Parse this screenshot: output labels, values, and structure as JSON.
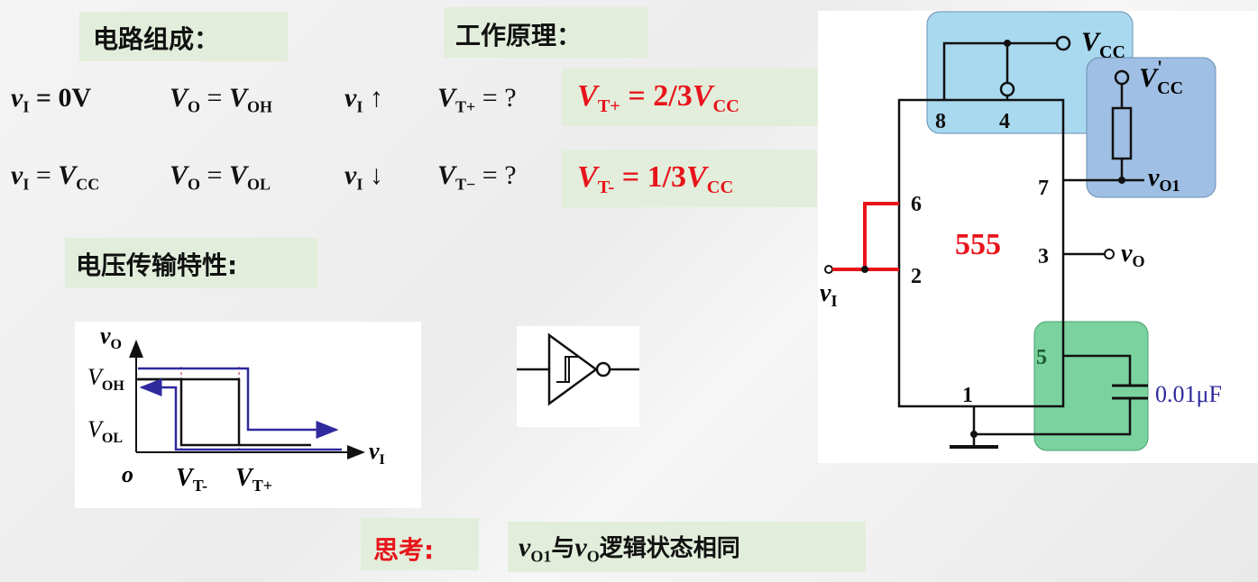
{
  "headings": {
    "composition": "电路组成：",
    "principle": "工作原理：",
    "transfer": "电压传输特性:",
    "think": "思考:"
  },
  "eq1": {
    "vI_label": "v",
    "vI_sub": "I",
    "vI_val": " = 0V",
    "vO_label": "V",
    "vO_sub": "O",
    "eq": " = ",
    "vOH": "V",
    "vOH_sub": "OH",
    "vi2": "v",
    "vi2_sub": "I",
    "arrow": " ↑ ",
    "vt": "V",
    "vt_sub": "T+",
    "q": " = ?",
    "ans_V": "V",
    "ans_sub": "T+",
    "ans_rest": " = 2/3",
    "ans_V2": "V",
    "ans_sub2": "CC"
  },
  "eq2": {
    "vI_label": "v",
    "vI_sub": "I",
    "eq": " = ",
    "vcc": "V",
    "vcc_sub": "CC",
    "vO_label": "V",
    "vO_sub": "O",
    "vOL": "V",
    "vOL_sub": "OL",
    "vi2": "v",
    "vi2_sub": "I",
    "arrow": " ↓ ",
    "vt": "V",
    "vt_sub": "T−",
    "q": " = ?",
    "ans_V": "V",
    "ans_sub": "T-",
    "ans_rest": " = 1/3",
    "ans_V2": "V",
    "ans_sub2": "CC"
  },
  "graph": {
    "y_axis": "v",
    "y_axis_sub": "O",
    "voh": "V",
    "voh_sub": "OH",
    "vol": "V",
    "vol_sub": "OL",
    "origin": "o",
    "x_axis": "v",
    "x_axis_sub": "I",
    "vtm": "V",
    "vtm_sub": "T-",
    "vtp": "V",
    "vtp_sub": "T+"
  },
  "circuit": {
    "chip": "555",
    "pin8": "8",
    "pin4": "4",
    "pin6": "6",
    "pin2": "2",
    "pin7": "7",
    "pin3": "3",
    "pin5": "5",
    "pin1": "1",
    "vcc": "V",
    "vcc_sub": "CC",
    "vccp": "V",
    "vccp_mark": "'",
    "vccp_sub": "CC",
    "vo1": "v",
    "vo1_sub": "O1",
    "vo": "v",
    "vo_sub": "O",
    "vi": "v",
    "vi_sub": "I",
    "cap": "0.01μF"
  },
  "answer": {
    "v1": "v",
    "v1_sub": "O1",
    "mid": "与",
    "v2": "v",
    "v2_sub": "O",
    "rest": "逻辑状态相同"
  },
  "colors": {
    "box": "#e2eedb",
    "red": "#e8141b",
    "blue": "#2f2a9e",
    "cyan": "#a9d9ef",
    "steel": "#9fbfe4",
    "green": "#7ad39f"
  }
}
